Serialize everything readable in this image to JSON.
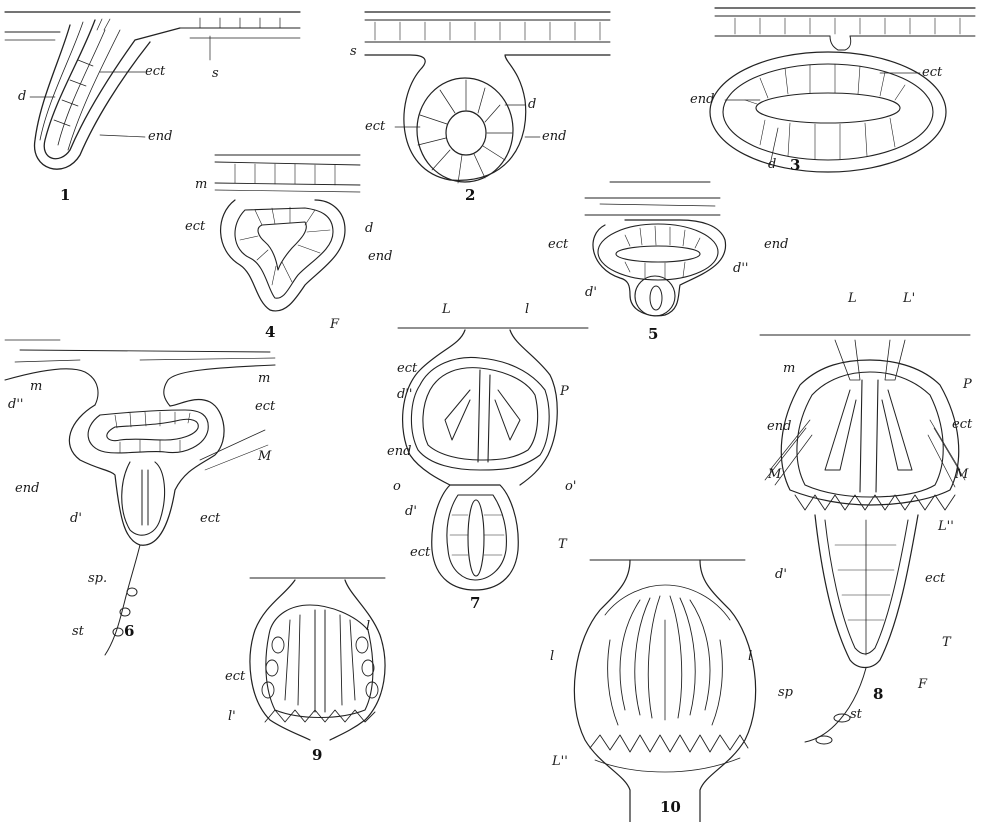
{
  "figure_numbers": [
    "1",
    "2",
    "3",
    "4",
    "5",
    "6",
    "7",
    "8",
    "9",
    "10"
  ],
  "labels": {
    "f1": {
      "ect": "ect",
      "s": "s",
      "d": "d",
      "end": "end"
    },
    "f2": {
      "s": "s",
      "d": "d",
      "ect": "ect",
      "end": "end"
    },
    "f3": {
      "ect": "ect",
      "end": "end",
      "d": "d"
    },
    "f4": {
      "m": "m",
      "ect": "ect",
      "d": "d",
      "end": "end",
      "F": "F"
    },
    "f5": {
      "ect": "ect",
      "end": "end",
      "d2": "d''",
      "d1": "d'"
    },
    "f6": {
      "m_left": "m",
      "m_right": "m",
      "d2": "d''",
      "ect": "ect",
      "M": "M",
      "end": "end",
      "d1": "d'",
      "ect2": "ect",
      "sp": "sp.",
      "st": "st"
    },
    "f7": {
      "L": "L",
      "l": "l",
      "ect": "ect",
      "d2": "d''",
      "P": "P",
      "end": "end",
      "o": "o",
      "o1": "o'",
      "d1": "d'",
      "ect2": "ect",
      "T": "T"
    },
    "f8": {
      "L": "L",
      "L1": "L'",
      "m": "m",
      "P": "P",
      "end": "end",
      "ect": "ect",
      "M_left": "M",
      "M_right": "M",
      "L2": "L''",
      "d1": "d'",
      "ect2": "ect",
      "T": "T",
      "sp": "sp",
      "F": "F",
      "st": "st"
    },
    "f9": {
      "l": "l",
      "ect": "ect",
      "l1": "l'"
    },
    "f10": {
      "l_left": "l",
      "l_right": "l",
      "L2": "L''"
    }
  }
}
